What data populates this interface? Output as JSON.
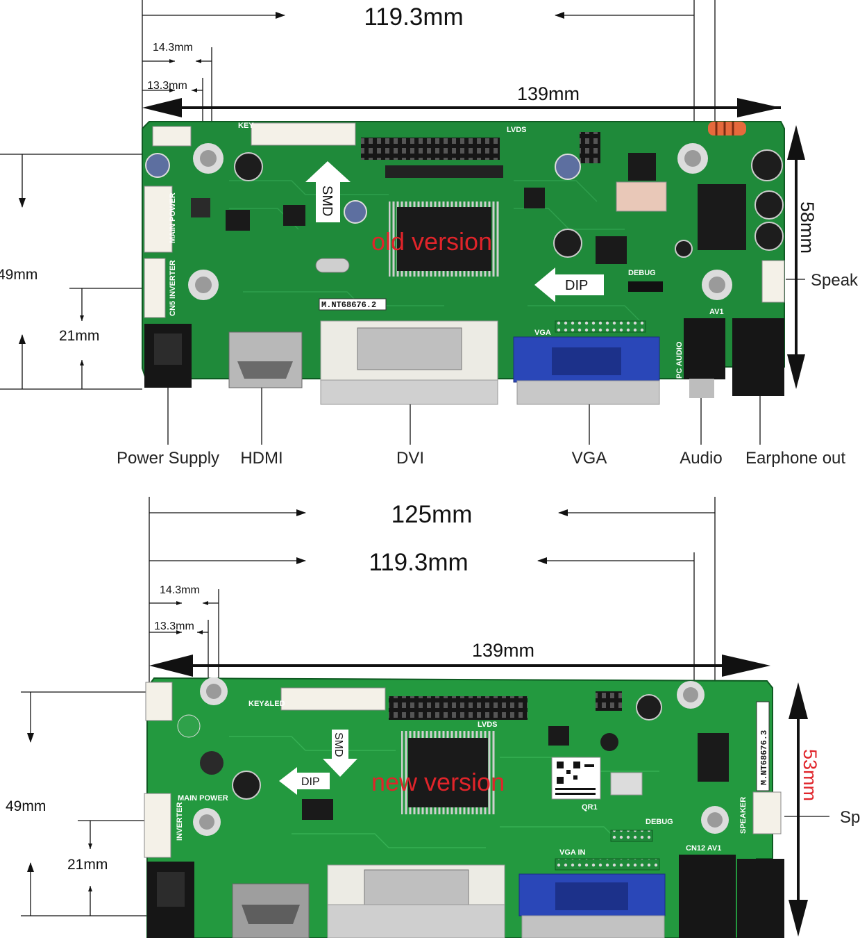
{
  "top_board": {
    "version_label": "old version",
    "model_label": "M.NT68676.2",
    "smd_label": "SMD",
    "dip_label": "DIP",
    "dim_top": "119.3mm",
    "dim_width": "139mm",
    "dim_hole_1": "14.3mm",
    "dim_hole_2": "13.3mm",
    "dim_height": "58mm",
    "dim_left_1": "49mm",
    "dim_left_2": "21mm",
    "side_label": "Speak",
    "silk": {
      "key": "KEY",
      "lvds": "LVDS",
      "debug": "DEBUG",
      "vga": "VGA",
      "pc_audio": "PC AUDIO",
      "av1": "AV1",
      "inverter": "CN5 INVERTER",
      "main_power": "MAIN POWER"
    },
    "ports": [
      "Power Supply",
      "HDMI",
      "DVI",
      "VGA",
      "Audio",
      "Earphone out"
    ]
  },
  "bottom_board": {
    "version_label": "new version",
    "model_label": "M.NT68676.3",
    "smd_label": "SMD",
    "dip_label": "DIP",
    "dim_top_outer": "125mm",
    "dim_top": "119.3mm",
    "dim_width": "139mm",
    "dim_hole_1": "14.3mm",
    "dim_hole_2": "13.3mm",
    "dim_height": "53mm",
    "dim_left_1": "49mm",
    "dim_left_2": "21mm",
    "side_label": "Sp",
    "silk": {
      "key": "KEY&LED",
      "lvds": "LVDS",
      "debug": "DEBUG",
      "vga_in": "VGA IN",
      "speaker": "SPEAKER",
      "av1": "CN12 AV1",
      "inverter": "INVERTER",
      "main_power": "MAIN POWER",
      "qr": "QR1"
    }
  },
  "colors": {
    "pcb": "#1f8a3a",
    "pcb_dark": "#15702c",
    "chip": "#1a1a1a",
    "vga_blue": "#2a47b8",
    "version_red": "#e0242a"
  }
}
